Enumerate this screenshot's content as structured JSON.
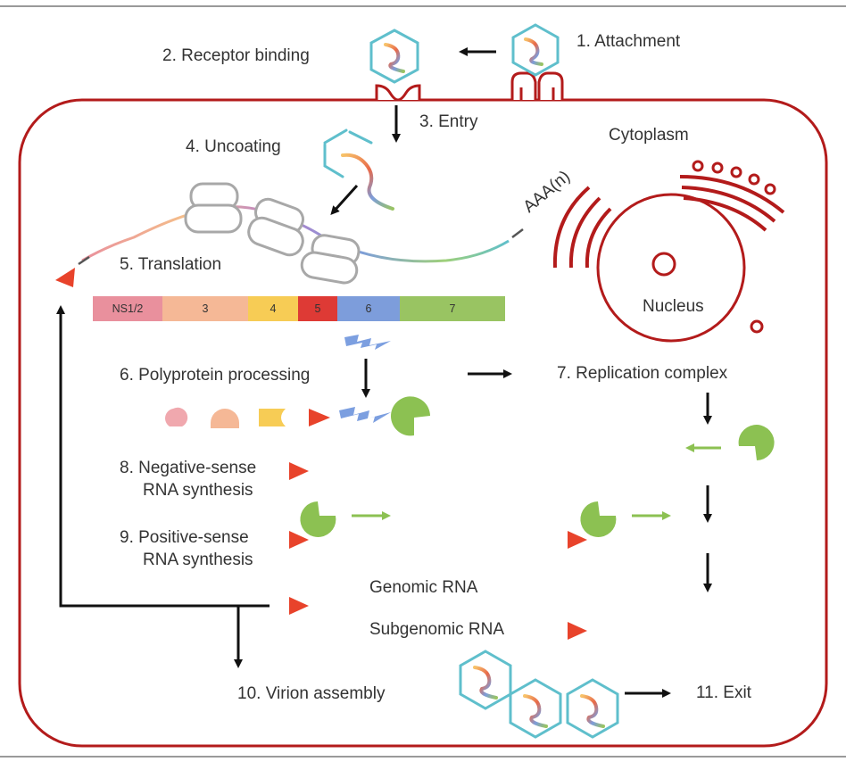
{
  "steps": {
    "attachment": "1. Attachment",
    "receptor_binding": "2. Receptor binding",
    "entry": "3. Entry",
    "uncoating": "4. Uncoating",
    "translation": "5. Translation",
    "polyprotein_processing": "6. Polyprotein processing",
    "replication_complex": "7. Replication complex",
    "negative_sense_line1": "8. Negative-sense",
    "negative_sense_line2": "RNA synthesis",
    "positive_sense_line1": "9. Positive-sense",
    "positive_sense_line2": "RNA synthesis",
    "virion_assembly": "10. Virion assembly",
    "exit": "11. Exit"
  },
  "labels": {
    "cytoplasm": "Cytoplasm",
    "nucleus": "Nucleus",
    "poly_a": "AAA(n)",
    "genomic_rna": "Genomic RNA",
    "subgenomic_rna": "Subgenomic RNA"
  },
  "polyprotein_segments": [
    {
      "label": "NS1/2",
      "color": "#e9909d"
    },
    {
      "label": "3",
      "color": "#f5b896"
    },
    {
      "label": "4",
      "color": "#f7cc55"
    },
    {
      "label": "5",
      "color": "#de3a35"
    },
    {
      "label": "6",
      "color": "#7d9ddb"
    },
    {
      "label": "7",
      "color": "#99c462"
    }
  ],
  "colors": {
    "cell_membrane": "#b31b1b",
    "capsid": "#5fbfcc",
    "ribosome": "#a8a8a8",
    "pointer": "#e8432b",
    "polymerase": "#8cc152",
    "protease": "#7c9fe0"
  }
}
